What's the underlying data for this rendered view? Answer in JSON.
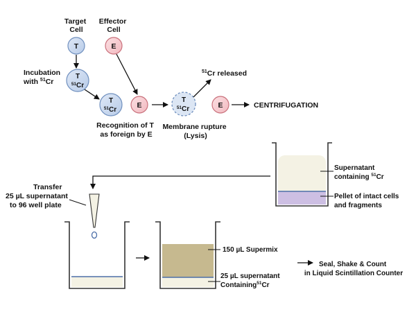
{
  "cells": {
    "target": {
      "header_line1": "Target",
      "header_line2": "Cell",
      "letter": "T"
    },
    "effector": {
      "header_line1": "Effector",
      "header_line2": "Cell",
      "letter": "E"
    },
    "labeled_letter": "T",
    "isotope_mass": "51",
    "isotope_symbol": "Cr"
  },
  "steps": {
    "incubation_line1": "Incubation",
    "incubation_line2_prefix": "with ",
    "recognition_line1": "Recognition of T",
    "recognition_line2": "as foreign by E",
    "released_suffix": " released",
    "rupture_line1": "Membrane rupture",
    "rupture_line2": "(Lysis)",
    "centrifugation": "CENTRIFUGATION"
  },
  "tube": {
    "supernatant_line1": "Supernatant",
    "supernatant_line2_prefix": "containing ",
    "pellet_line1": "Pellet of intact cells",
    "pellet_line2": "and fragments"
  },
  "transfer": {
    "line1": "Transfer",
    "line2": "25 µL supernatant",
    "line3": "to 96 well plate"
  },
  "plate": {
    "supermix_label": "150 µL Supermix",
    "supernatant_line1": "25 µL supernatant",
    "supernatant_line2_prefix": "Containing"
  },
  "final_step": {
    "line1": "Seal, Shake & Count",
    "line2": "in Liquid Scintillation Counter"
  },
  "colors": {
    "target_fill": "#b7cbe8",
    "target_stroke": "#6f8fbe",
    "effector_fill": "#f2b8bf",
    "effector_stroke": "#c9707b",
    "supernatant_fill": "#f4f2e4",
    "pellet_fill": "#cdbfe3",
    "supermix_fill": "#c6b98f",
    "plate_fill": "#f4f2e4",
    "well_stroke": "#333333",
    "layer_line": "#4d6fa8"
  }
}
